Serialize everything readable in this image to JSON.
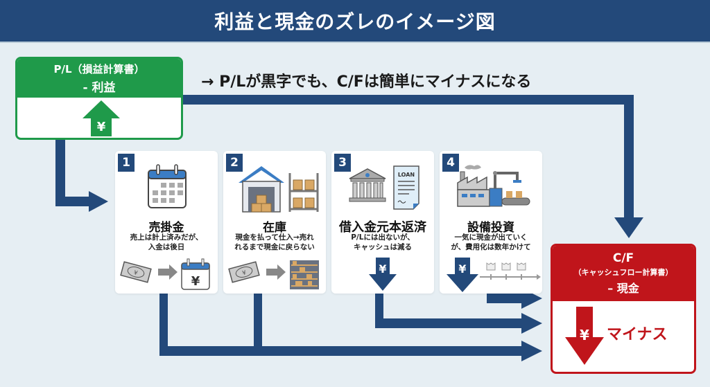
{
  "header": {
    "title": "利益と現金のズレのイメージ図"
  },
  "subtitle": "→ P/Lが黒字でも、C/Fは簡単にマイナスになる",
  "pl_box": {
    "title": "P/L（損益計算書）",
    "subtitle": "- 利益",
    "icon_label": "¥",
    "direction": "up"
  },
  "cards": [
    {
      "number": "1",
      "title": "売掛金",
      "desc_line1": "売上は計上済みだが、",
      "desc_line2": "入金は後日",
      "icon": "calendar-icon",
      "bottom_icons": [
        "banknote-icon",
        "arrow-right-icon",
        "calendar-yen-icon"
      ],
      "bottom_yen": "¥"
    },
    {
      "number": "2",
      "title": "在庫",
      "desc_line1": "現金を払って仕入→売れ",
      "desc_line2": "れるまで現金に戻らない",
      "icon": "warehouse-icon",
      "bottom_icons": [
        "banknote-icon",
        "arrow-right-icon",
        "shelf-icon"
      ],
      "bottom_yen": "¥"
    },
    {
      "number": "3",
      "title": "借入金元本返済",
      "desc_line1": "P/Lには出ないが、",
      "desc_line2": "キャッシュは減る",
      "icon": "bank-icon",
      "loan_label": "LOAN",
      "bottom_icons": [
        "yen-down-arrow-icon"
      ],
      "bottom_yen": "¥"
    },
    {
      "number": "4",
      "title": "設備投資",
      "desc_line1": "一気に現金が出ていく",
      "desc_line2": "が、費用化は数年かけて",
      "icon": "factory-icon",
      "bottom_icons": [
        "yen-down-arrow-icon",
        "timeline-icon"
      ],
      "bottom_yen": "¥"
    }
  ],
  "cf_box": {
    "title": "C/F",
    "subtitle": "（キャッシュフロー計算書）",
    "label": "– 現金",
    "icon_label": "¥",
    "result": "マイナス",
    "direction": "down"
  },
  "colors": {
    "header": "#23497a",
    "flow": "#23497a",
    "pl_green": "#1f9a4a",
    "cf_red": "#c0151b",
    "background": "#e6eef3"
  }
}
